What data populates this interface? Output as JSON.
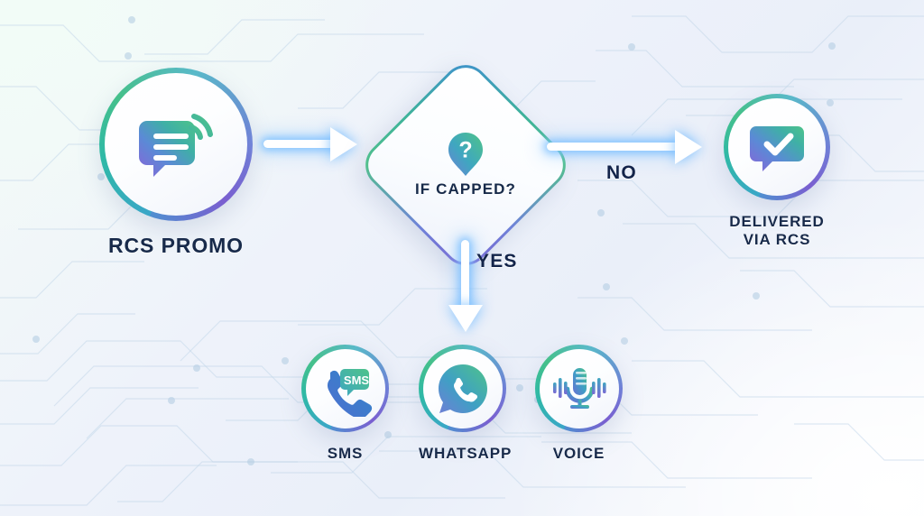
{
  "diagram": {
    "type": "flowchart",
    "title": "RCS Promo capping fallback flow",
    "background": {
      "style": "light circuit-board gradient",
      "colors": [
        "#f2fcf7",
        "#eef2fa",
        "#eaeff9",
        "#ffffff"
      ],
      "trace_color": "#c3d7ea"
    },
    "palette": {
      "gradient_green": "#46c08b",
      "gradient_teal": "#2fb9a6",
      "gradient_blue": "#3a8fd0",
      "gradient_purple": "#7a5fd0",
      "text_dark": "#182a4a",
      "arrow_white": "#ffffff",
      "arrow_glow": "#78beff"
    }
  },
  "nodes": {
    "source": {
      "id": "rcs-promo",
      "label": "RCS PROMO",
      "icon": "rcs-chat-bubble-icon",
      "shape": "circle"
    },
    "decision": {
      "id": "if-capped",
      "label": "IF CAPPED?",
      "icon": "question-pin-icon",
      "shape": "diamond"
    },
    "delivered": {
      "id": "delivered-via-rcs",
      "label": "DELIVERED\nVIA RCS",
      "icon": "check-bubble-icon",
      "shape": "circle"
    },
    "channels": [
      {
        "id": "sms",
        "label": "SMS",
        "icon": "sms-phone-icon"
      },
      {
        "id": "whatsapp",
        "label": "WHATSAPP",
        "icon": "whatsapp-icon"
      },
      {
        "id": "voice",
        "label": "VOICE",
        "icon": "microphone-waveform-icon"
      }
    ]
  },
  "edges": [
    {
      "id": "source-to-decision",
      "from": "rcs-promo",
      "to": "if-capped",
      "label": "",
      "direction": "right"
    },
    {
      "id": "decision-no",
      "from": "if-capped",
      "to": "delivered-via-rcs",
      "label": "NO",
      "direction": "right"
    },
    {
      "id": "decision-yes",
      "from": "if-capped",
      "to": "fallback-channels",
      "label": "YES",
      "direction": "down"
    }
  ]
}
